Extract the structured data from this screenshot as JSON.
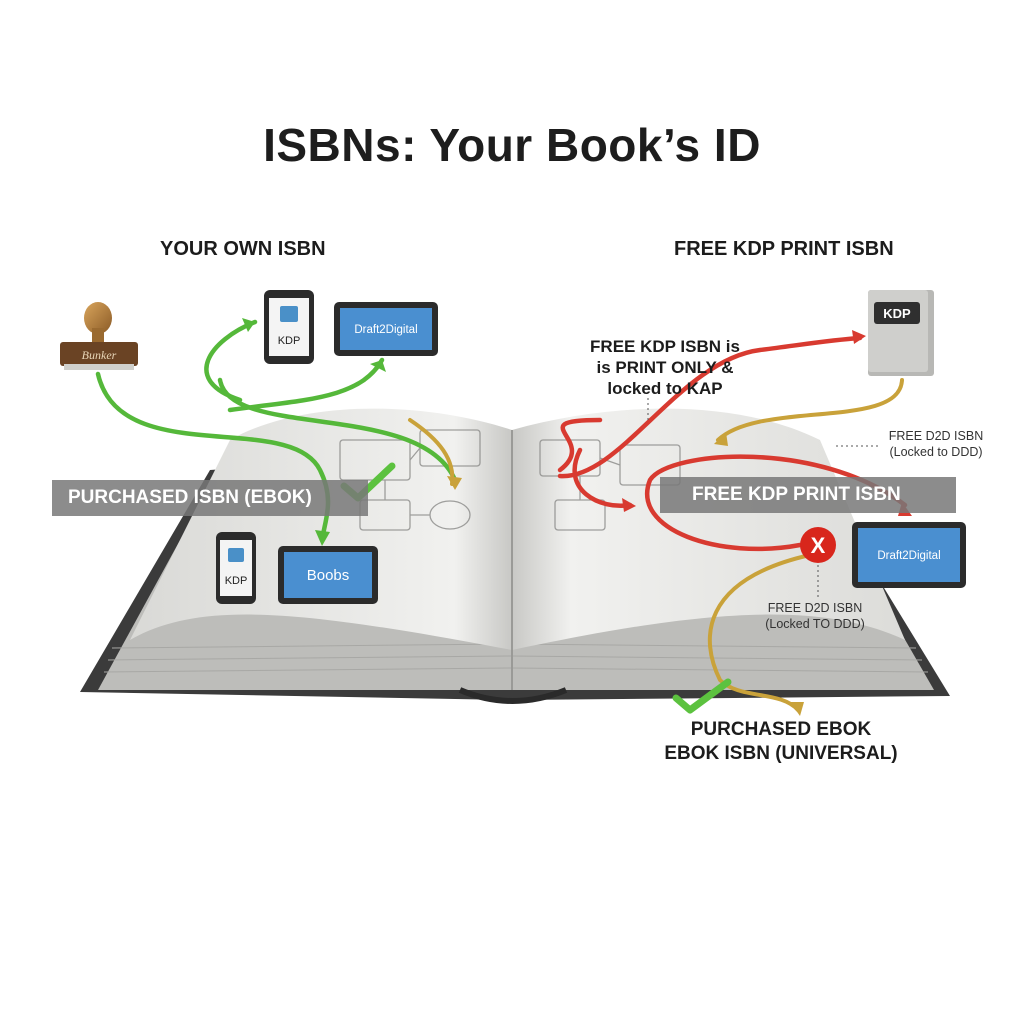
{
  "title": "ISBNs: Your Book’s ID",
  "left_heading": "YOUR OWN ISBN",
  "right_heading": "FREE KDP PRINT ISBN",
  "left_banner": "PURCHASED ISBN (EBOK)",
  "right_banner": "FREE KDP PRINT ISBN",
  "kdp_note": [
    "FREE KDP ISBN is",
    "is PRINT ONLY &",
    "locked to KAP"
  ],
  "d2d_note_top": [
    "FREE D2D ISBN",
    "(Locked to DDD)"
  ],
  "d2d_note_mid": [
    "FREE D2D ISBN",
    "(Locked TO DDD)"
  ],
  "bottom_label": [
    "PURCHASED EBOK",
    "EBOK ISBN (UNIVERSAL)"
  ],
  "stamp_label": "Bunker",
  "devices": {
    "phone_top_label": "KDP",
    "tablet_top_label": "Draft2Digital",
    "phone_bottom_label": "KDP",
    "tablet_bottom_label": "Boobs",
    "kdp_book_label": "KDP",
    "tablet_right_label": "Draft2Digital"
  },
  "reject_mark": "X",
  "colors": {
    "green_arrow": "#55b83a",
    "red_arrow": "#d83a30",
    "gold_arrow": "#c9a23a",
    "check_green": "#5cc23f",
    "reject_red": "#d8261c",
    "screen_blue": "#4a8fd0"
  }
}
